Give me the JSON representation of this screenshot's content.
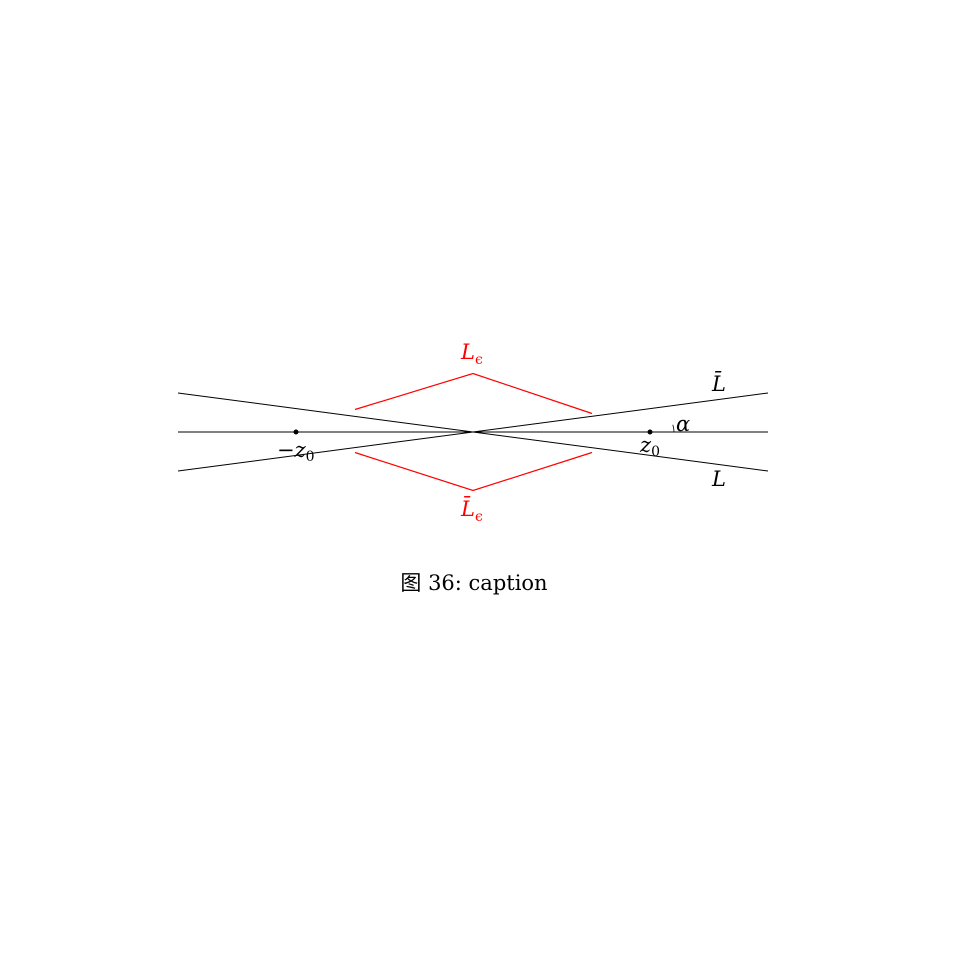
{
  "labels": {
    "L_eps_top": {
      "base": "L",
      "sub": "ϵ"
    },
    "L_eps_bottom": {
      "base": "L̄",
      "sub": "ϵ"
    },
    "L_bar": "L̄",
    "L": "L",
    "alpha": "α",
    "z0": {
      "base": "z",
      "sub": "0"
    },
    "minus_z0": {
      "base": "−z",
      "sub": "0"
    }
  },
  "caption": "图 36: caption",
  "colors": {
    "contour": "#ff0000",
    "lines": "#000000"
  }
}
